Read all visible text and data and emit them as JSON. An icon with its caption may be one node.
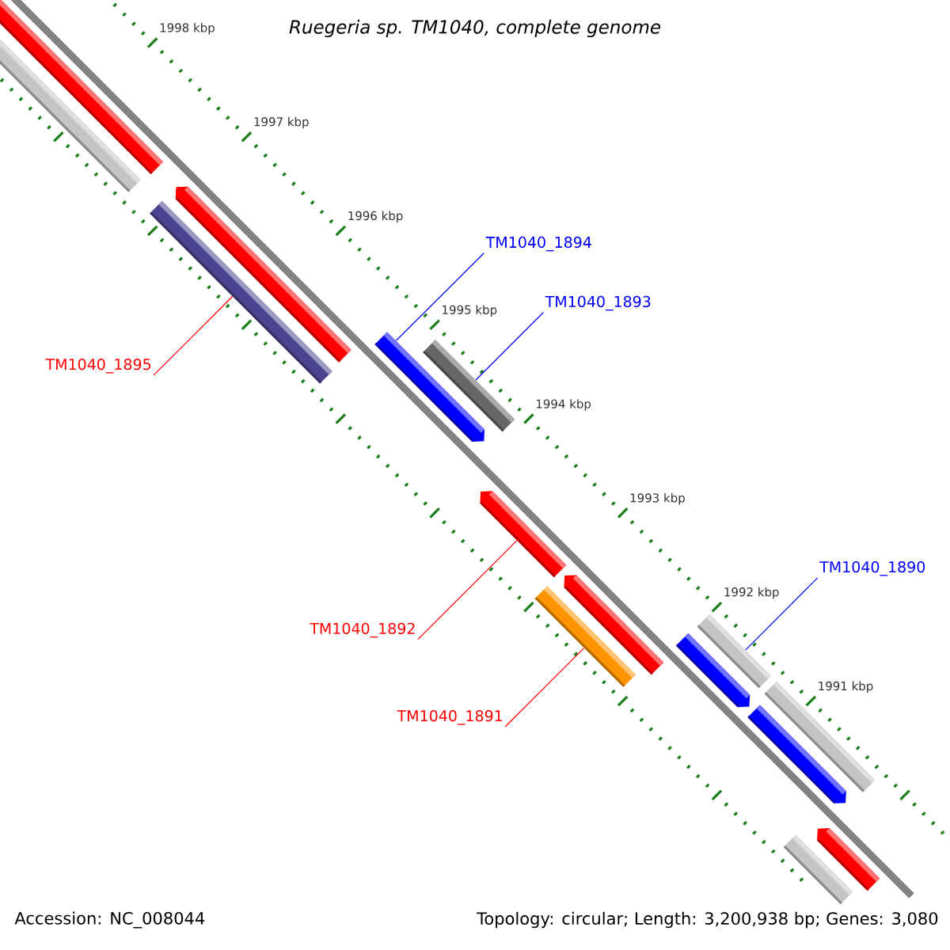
{
  "diagram": {
    "title": "Ruegeria sp. TM1040, complete genome",
    "nodes": [
      {
        "text": [
          "TM1040_1894"
        ]
      },
      {
        "text": [
          "TM1040_1893"
        ]
      },
      {
        "text": [
          "TM1040_1895"
        ]
      },
      {
        "text": [
          "TM1040_1890"
        ]
      },
      {
        "text": [
          "TM1040_1892"
        ]
      },
      {
        "text": [
          "TM1040_1891"
        ]
      },
      {
        "text": [],
        "shape": "bar"
      },
      {
        "text": [],
        "shape": "bar"
      },
      {
        "text": [],
        "shape": "arrow"
      },
      {
        "text": [],
        "shape": "bar"
      },
      {
        "text": [],
        "shape": "arrow"
      },
      {
        "text": [],
        "shape": "bar"
      },
      {
        "text": [],
        "shape": "arrow"
      },
      {
        "text": [],
        "shape": "bar"
      },
      {
        "text": [],
        "shape": "arrow"
      },
      {
        "text": [],
        "shape": "arrow"
      },
      {
        "text": [],
        "shape": "bar"
      },
      {
        "text": [],
        "shape": "bar"
      },
      {
        "text": [],
        "shape": "arrow"
      },
      {
        "text": [],
        "shape": "bar"
      },
      {
        "text": [],
        "shape": "arrow"
      }
    ],
    "edges": [
      {
        "from": 0,
        "to": 10,
        "arrow": "none",
        "color": "#0000ff"
      },
      {
        "from": 1,
        "to": 11,
        "arrow": "none",
        "color": "#0000ff"
      },
      {
        "from": 2,
        "to": 9,
        "arrow": "none",
        "color": "#ff0000"
      },
      {
        "from": 3,
        "to": 16,
        "arrow": "none",
        "color": "#0000ff"
      },
      {
        "from": 4,
        "to": 12,
        "arrow": "none",
        "color": "#ff0000"
      },
      {
        "from": 5,
        "to": 13,
        "arrow": "none",
        "color": "#ff0000"
      }
    ],
    "labels": [
      "1998 kbp",
      "1997 kbp",
      "1996 kbp",
      "1995 kbp",
      "1994 kbp",
      "1993 kbp",
      "1992 kbp",
      "1991 kbp",
      "Accession: NC_008044",
      "Topology: circular; Length: 3,200,938 bp; Genes: 3,080"
    ]
  }
}
